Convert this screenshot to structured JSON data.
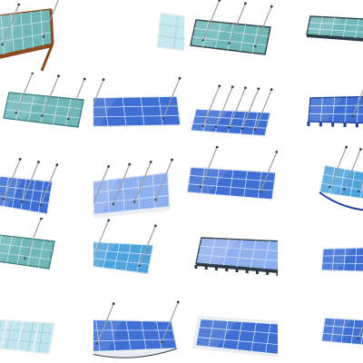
{
  "palette": {
    "teal_glass": "#6fb8b6",
    "teal_dark": "#3d7f82",
    "light_glass": "#bfe6ec",
    "blue_panel": "#3f6fd2",
    "blue_light": "#8fb0ee",
    "blue_dark": "#1f3f9a",
    "sky_blue": "#4fa3dc",
    "frame_white": "#e9eef4",
    "wood": "#8a4a1f",
    "cable": "#9aa0a6",
    "dark_edge": "#2d3b45"
  },
  "gallery": {
    "rows": [
      [
        {
          "name": "canopy-wood-frame-teal",
          "style": "wood_frame",
          "glass": "teal_glass",
          "frame": "wood",
          "tie_rods": 2
        },
        {
          "name": "canopy-curved-light-glass",
          "style": "curved_glass",
          "glass": "light_glass",
          "frame": "frame_white",
          "tie_rods": 0
        },
        {
          "name": "canopy-teal-grid-rods",
          "style": "grid_rods",
          "glass": "teal_glass",
          "frame": "dark_edge",
          "tie_rods": 3
        },
        {
          "name": "canopy-teal-slab",
          "style": "slab",
          "glass": "teal_glass",
          "frame": "dark_edge",
          "tie_rods": 0
        }
      ],
      [
        {
          "name": "canopy-teal-three-rods",
          "style": "grid_rods",
          "glass": "teal_glass",
          "frame": "teal_dark",
          "tie_rods": 3
        },
        {
          "name": "canopy-blue-two-posts",
          "style": "blue_posts",
          "glass": "blue_panel",
          "frame": "frame_white",
          "tie_rods": 2
        },
        {
          "name": "canopy-blue-multi-cable",
          "style": "multi_cable",
          "glass": "blue_panel",
          "frame": "frame_white",
          "tie_rods": 5
        },
        {
          "name": "canopy-blue-ribbed",
          "style": "ribbed",
          "glass": "blue_panel",
          "frame": "blue_dark",
          "tie_rods": 1
        }
      ],
      [
        {
          "name": "canopy-blue-curved-cables",
          "style": "curved_cables",
          "glass": "blue_panel",
          "frame": "frame_white",
          "tie_rods": 3
        },
        {
          "name": "canopy-silver-frame-blue",
          "style": "silver_frame",
          "glass": "blue_light",
          "frame": "frame_white",
          "tie_rods": 4
        },
        {
          "name": "canopy-blue-wide-rods",
          "style": "wide_rods",
          "glass": "blue_panel",
          "frame": "frame_white",
          "tie_rods": 2
        },
        {
          "name": "canopy-blue-arched",
          "style": "arched",
          "glass": "sky_blue",
          "frame": "frame_white",
          "tie_rods": 4
        }
      ],
      [
        {
          "name": "canopy-teal-plain-rod",
          "style": "plain_rod",
          "glass": "teal_glass",
          "frame": "teal_dark",
          "tie_rods": 1
        },
        {
          "name": "canopy-sky-blue-rods",
          "style": "sky_rods",
          "glass": "sky_blue",
          "frame": "frame_white",
          "tie_rods": 2
        },
        {
          "name": "canopy-blue-frame-rails",
          "style": "frame_rails",
          "glass": "blue_light",
          "frame": "dark_edge",
          "tie_rods": 0
        },
        {
          "name": "canopy-blue-thin-frame",
          "style": "thin_frame",
          "glass": "blue_panel",
          "frame": "frame_white",
          "tie_rods": 0
        }
      ],
      [
        {
          "name": "canopy-clear-glass-rails",
          "style": "clear_rails",
          "glass": "light_glass",
          "frame": "frame_white",
          "tie_rods": 0
        },
        {
          "name": "canopy-boat-blue",
          "style": "boat",
          "glass": "blue_panel",
          "frame": "frame_white",
          "tie_rods": 2
        },
        {
          "name": "canopy-blue-white-border",
          "style": "white_border",
          "glass": "blue_panel",
          "frame": "frame_white",
          "tie_rods": 0
        },
        {
          "name": "canopy-blue-grid-small",
          "style": "small_grid",
          "glass": "blue_panel",
          "frame": "frame_white",
          "tie_rods": 1
        }
      ]
    ]
  }
}
